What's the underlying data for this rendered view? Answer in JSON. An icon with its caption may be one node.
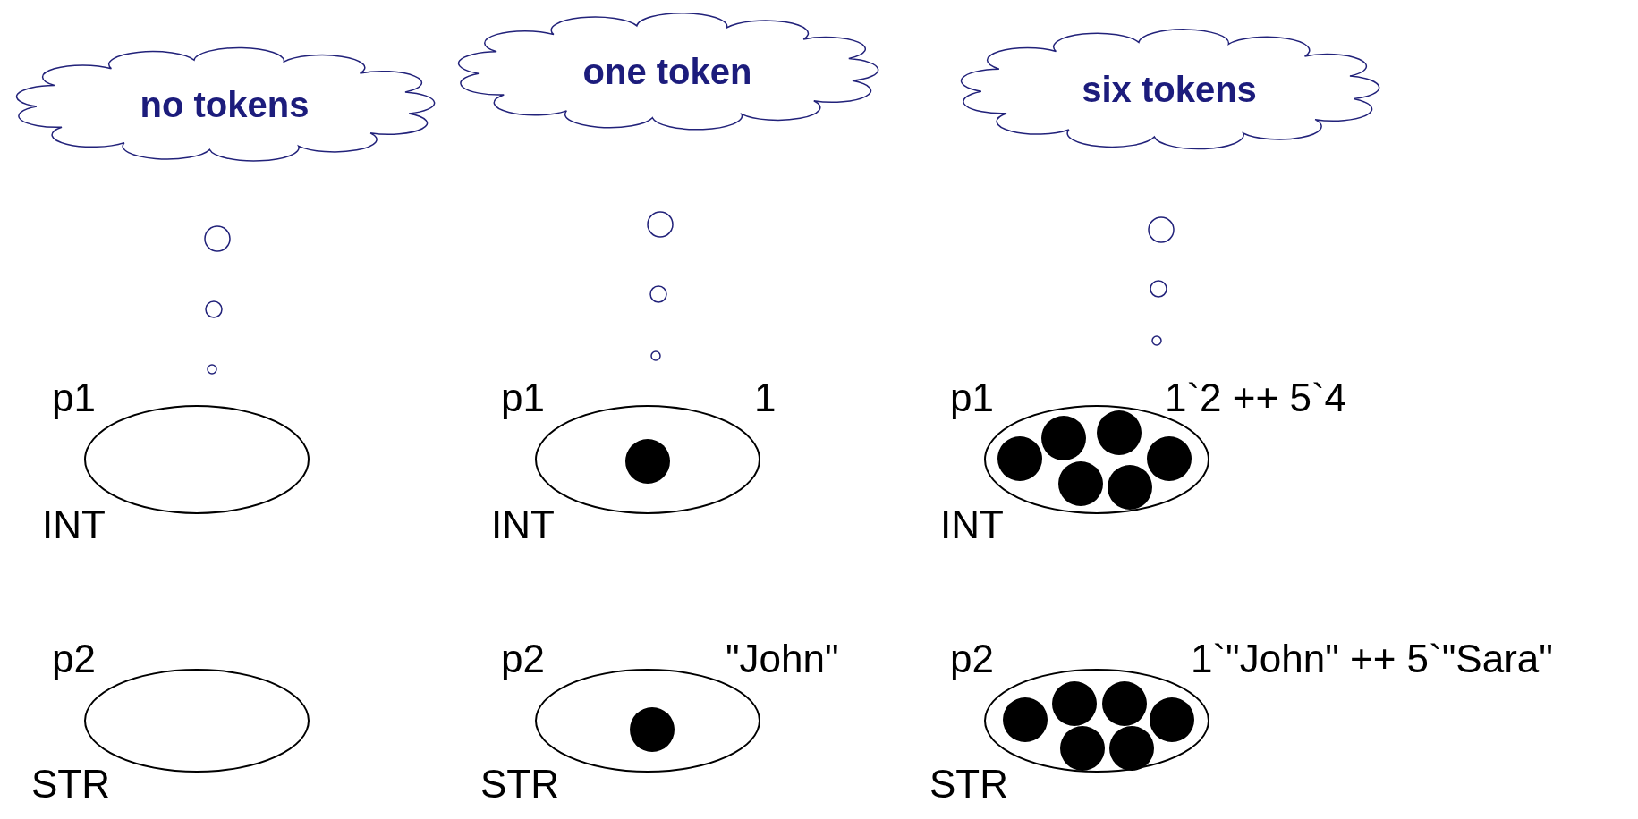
{
  "diagram": {
    "nodes": [
      {
        "text": [
          "no tokens"
        ]
      },
      {
        "text": [
          "one token"
        ]
      },
      {
        "text": [
          "six tokens"
        ]
      },
      {
        "text": [],
        "shape": "ellipse",
        "beside": [
          "p1",
          "INT"
        ]
      },
      {
        "text": [],
        "shape": "ellipse",
        "beside": [
          "p1",
          "INT",
          "1"
        ]
      },
      {
        "text": [],
        "shape": "circle",
        "in": 4
      },
      {
        "text": [],
        "shape": "ellipse",
        "beside": [
          "p1",
          "INT",
          "1`2 ++ 5`4"
        ]
      },
      {
        "text": [],
        "shape": "circle",
        "in": 6
      },
      {
        "text": [],
        "shape": "circle",
        "in": 6
      },
      {
        "text": [],
        "shape": "circle",
        "in": 6
      },
      {
        "text": [],
        "shape": "circle",
        "in": 6
      },
      {
        "text": [],
        "shape": "circle",
        "in": 6
      },
      {
        "text": [],
        "shape": "circle",
        "in": 6
      },
      {
        "text": [],
        "shape": "ellipse",
        "beside": [
          "p2",
          "STR"
        ]
      },
      {
        "text": [],
        "shape": "ellipse",
        "beside": [
          "p2",
          "STR",
          "\"John\""
        ]
      },
      {
        "text": [],
        "shape": "circle",
        "in": 14
      },
      {
        "text": [],
        "shape": "ellipse",
        "beside": [
          "p2",
          "STR",
          "1`\"John\" ++ 5`\"Sara\""
        ]
      },
      {
        "text": [],
        "shape": "circle",
        "in": 16
      },
      {
        "text": [],
        "shape": "circle",
        "in": 16
      },
      {
        "text": [],
        "shape": "circle",
        "in": 16
      },
      {
        "text": [],
        "shape": "circle",
        "in": 16
      },
      {
        "text": [],
        "shape": "circle",
        "in": 16
      },
      {
        "text": [],
        "shape": "circle",
        "in": 16
      }
    ]
  }
}
